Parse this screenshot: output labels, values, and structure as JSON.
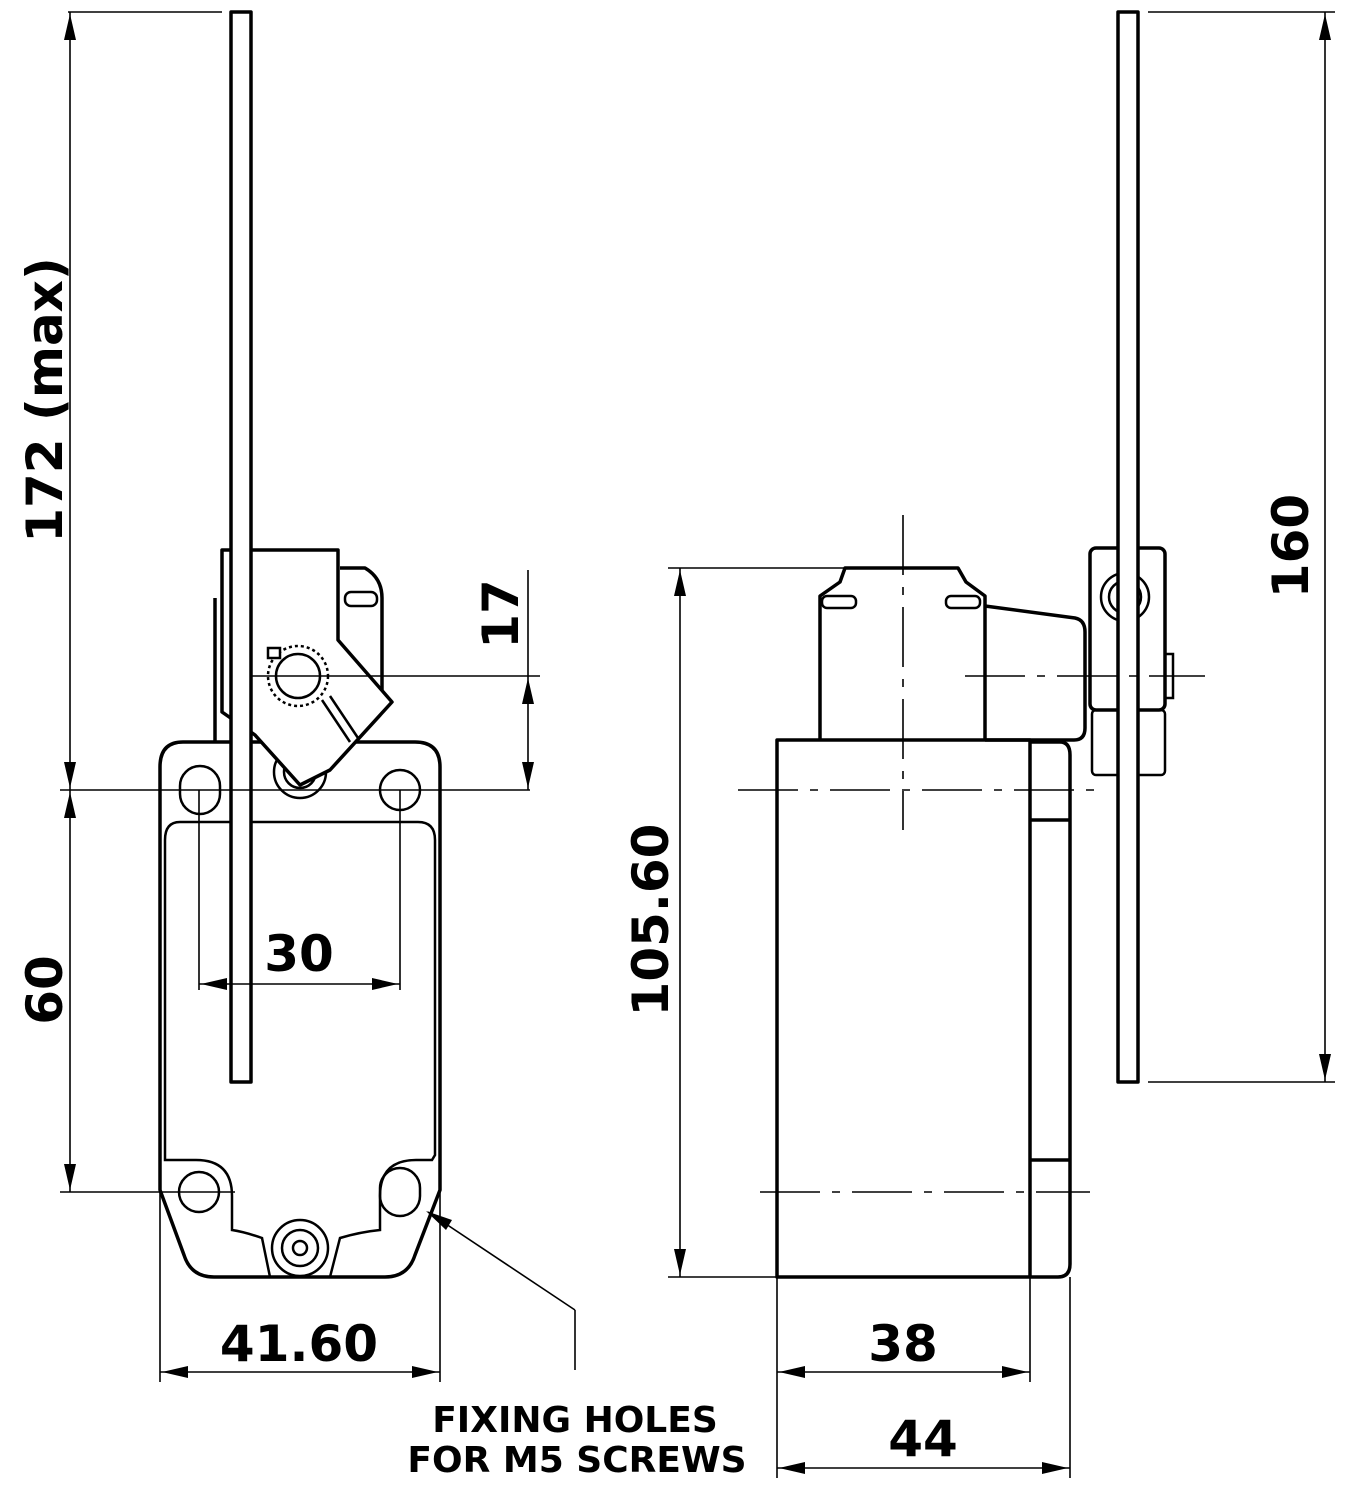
{
  "dimensions": {
    "overall_height_max": "172 (max)",
    "lever_offset": "17",
    "mount_height": "60",
    "hole_spacing": "30",
    "body_width": "41.60",
    "side_height": "105.60",
    "rod_length": "160",
    "body_depth": "38",
    "overall_depth": "44"
  },
  "notes": {
    "fixing_line1": "FIXING HOLES",
    "fixing_line2": "FOR M5 SCREWS"
  }
}
